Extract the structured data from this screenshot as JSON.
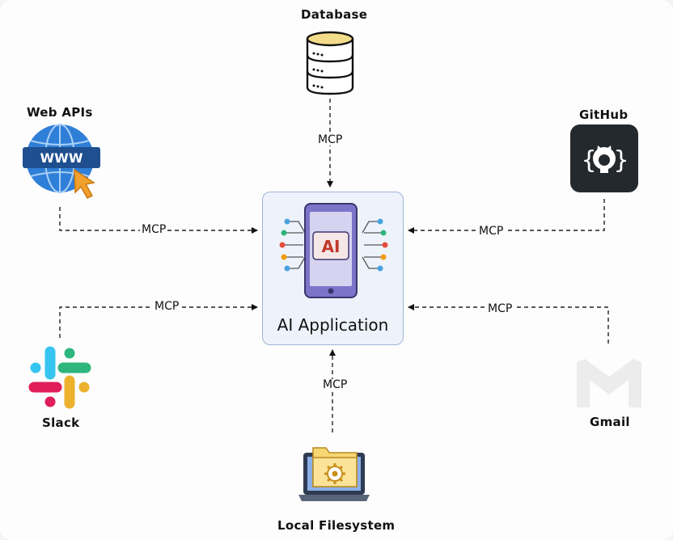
{
  "hub": {
    "title": "AI Application",
    "chip_text": "AI"
  },
  "nodes": {
    "database": "Database",
    "web_apis": "Web APIs",
    "github": "GitHub",
    "slack": "Slack",
    "gmail": "Gmail",
    "local_fs": "Local Filesystem"
  },
  "web_badge": "WWW",
  "edge_labels": {
    "database": "MCP",
    "web_apis": "MCP",
    "github": "MCP",
    "slack": "MCP",
    "gmail": "MCP",
    "local_fs": "MCP"
  },
  "colors": {
    "hub_bg": "#eef3fb",
    "hub_border": "#9fb4d6",
    "phone": "#7b74c8",
    "chip_text": "#c0392b",
    "github_bg": "#24292e",
    "folder": "#f7d774"
  }
}
